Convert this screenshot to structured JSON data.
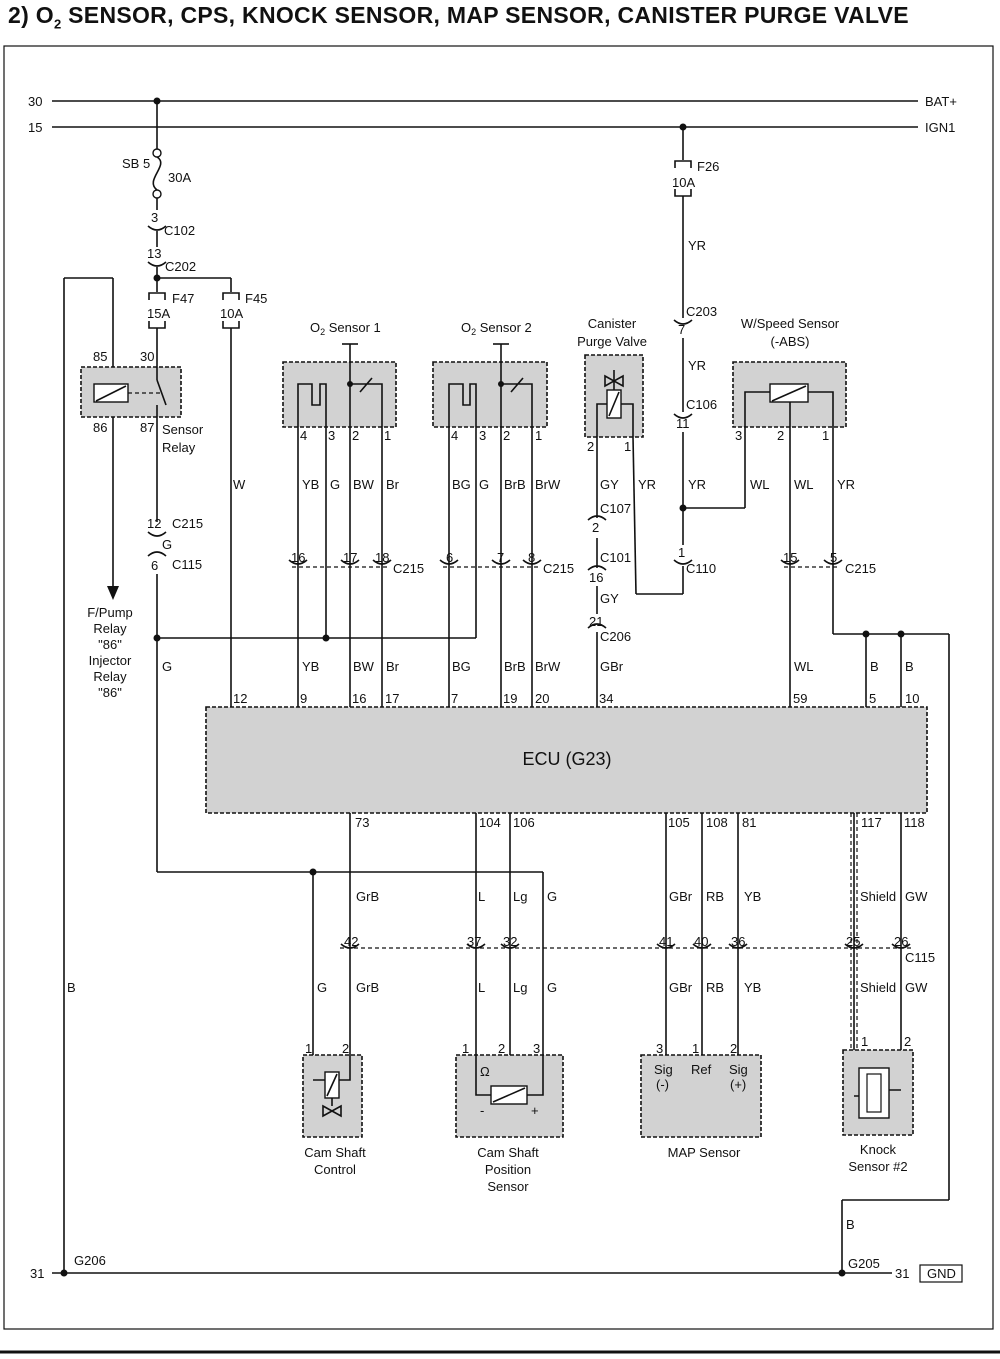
{
  "title": {
    "prefix": "2)  O",
    "sub": "2",
    "rest": " SENSOR, CPS, KNOCK SENSOR, MAP SENSOR, CANISTER PURGE VALVE"
  },
  "rails": {
    "r30": "30",
    "r15": "15",
    "r31_left": "31",
    "r31_right": "31",
    "bat": "BAT+",
    "ign": "IGN1",
    "gnd": "GND",
    "g206": "G206",
    "g205": "G205"
  },
  "fuses": {
    "sb5": "SB 5",
    "sb5_amp": "30A",
    "f26": "F26",
    "f26_amp": "10A",
    "f47": "F47",
    "f47_amp": "15A",
    "f45": "F45",
    "f45_amp": "10A"
  },
  "connectors": {
    "c102": "C102",
    "c202": "C202",
    "c215": "C215",
    "c115": "C115",
    "c203": "C203",
    "c106": "C106",
    "c107": "C107",
    "c101": "C101",
    "c206": "C206",
    "c110": "C110"
  },
  "components": {
    "o2s1_o": "O",
    "o2s1_sub": "2",
    "o2s1_rest": " Sensor 1",
    "o2s2_o": "O",
    "o2s2_sub": "2",
    "o2s2_rest": " Sensor 2",
    "canister_1": "Canister",
    "canister_2": "Purge Valve",
    "wspeed_1": "W/Speed Sensor",
    "wspeed_2": "(-ABS)",
    "relay_1": "Sensor",
    "relay_2": "Relay",
    "fpump_1": "F/Pump",
    "fpump_2": "Relay",
    "fpump_3": "\"86\"",
    "fpump_4": "Injector",
    "fpump_5": "Relay",
    "fpump_6": "\"86\"",
    "ecu": "ECU (G23)",
    "camctl_1": "Cam Shaft",
    "camctl_2": "Control",
    "campos_1": "Cam Shaft",
    "campos_2": "Position",
    "campos_3": "Sensor",
    "map": "MAP Sensor",
    "knock_1": "Knock",
    "knock_2": "Sensor #2",
    "map_sig_neg_1": "Sig",
    "map_sig_neg_2": "(-)",
    "map_ref": "Ref",
    "map_sig_pos_1": "Sig",
    "map_sig_pos_2": "(+)",
    "ohm": "Ω",
    "minus": "-",
    "plus": "+"
  },
  "relay_pins": {
    "p85": "85",
    "p30": "30",
    "p86": "86",
    "p87": "87"
  },
  "wire_colors": {
    "W": "W",
    "YB": "YB",
    "G": "G",
    "BW": "BW",
    "Br": "Br",
    "BG": "BG",
    "BrB": "BrB",
    "BrW": "BrW",
    "GY": "GY",
    "YR": "YR",
    "WL": "WL",
    "GBr": "GBr",
    "B": "B",
    "GrB": "GrB",
    "L": "L",
    "Lg": "Lg",
    "RB": "RB",
    "Shield": "Shield",
    "GW": "GW"
  },
  "pins": {
    "n1": "1",
    "n2": "2",
    "n3": "3",
    "n4": "4",
    "n5": "5",
    "n6": "6",
    "n7": "7",
    "n8": "8",
    "n9": "9",
    "n10": "10",
    "n11": "11",
    "n12": "12",
    "n13": "13",
    "n15": "15",
    "n16": "16",
    "n17": "17",
    "n18": "18",
    "n19": "19",
    "n20": "20",
    "n21": "21",
    "n25": "25",
    "n26": "26",
    "n32": "32",
    "n34": "34",
    "n36": "36",
    "n37": "37",
    "n40": "40",
    "n41": "41",
    "n42": "42",
    "n59": "59",
    "n73": "73",
    "n81": "81",
    "n104": "104",
    "n105": "105",
    "n106": "106",
    "n108": "108",
    "n117": "117",
    "n118": "118"
  },
  "colors": {
    "box_fill": "#d2d2d2",
    "line": "#111111"
  }
}
